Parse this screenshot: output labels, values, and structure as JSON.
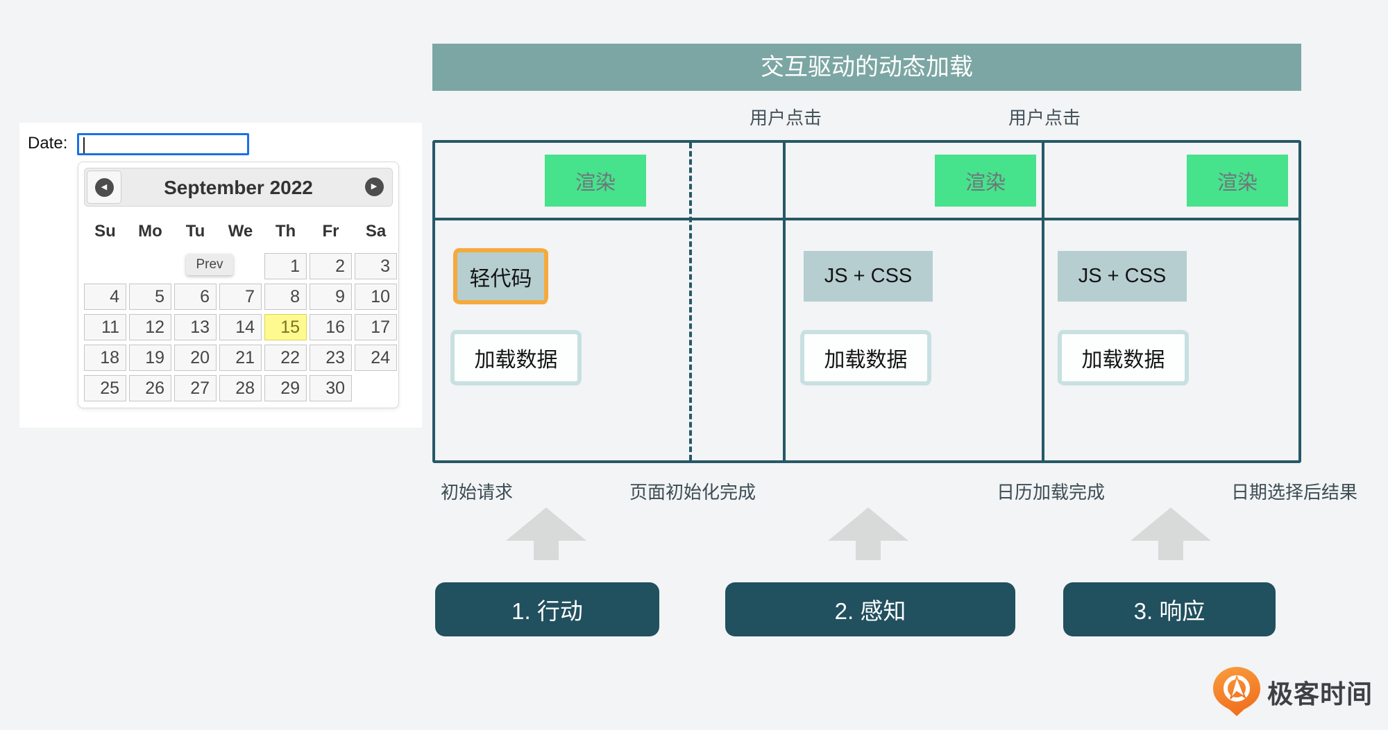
{
  "datepicker": {
    "label": "Date:",
    "input_value": "",
    "tooltip": "Prev",
    "month_title": "September 2022",
    "prev_icon": "◀",
    "next_icon": "▶",
    "day_headers": [
      "Su",
      "Mo",
      "Tu",
      "We",
      "Th",
      "Fr",
      "Sa"
    ],
    "weeks": [
      [
        "",
        "",
        "",
        "",
        "1",
        "2",
        "3"
      ],
      [
        "4",
        "5",
        "6",
        "7",
        "8",
        "9",
        "10"
      ],
      [
        "11",
        "12",
        "13",
        "14",
        "15",
        "16",
        "17"
      ],
      [
        "18",
        "19",
        "20",
        "21",
        "22",
        "23",
        "24"
      ],
      [
        "25",
        "26",
        "27",
        "28",
        "29",
        "30",
        ""
      ]
    ],
    "highlighted_day": "15"
  },
  "diagram": {
    "title": "交互驱动的动态加载",
    "user_click_labels": [
      "用户点击",
      "用户点击"
    ],
    "render_boxes": [
      "渲染",
      "渲染",
      "渲染"
    ],
    "light_code_label": "轻代码",
    "js_css_labels": [
      "JS + CSS",
      "JS + CSS"
    ],
    "load_data_labels": [
      "加载数据",
      "加载数据",
      "加载数据"
    ],
    "milestones": [
      "初始请求",
      "页面初始化完成",
      "日历加载完成",
      "日期选择后结果"
    ],
    "phases": [
      "1. 行动",
      "2. 感知",
      "3. 响应"
    ]
  },
  "logo": {
    "text": "极客时间"
  },
  "colors": {
    "page_bg": "#f2f4f5",
    "titlebar_teal": "#7ba6a3",
    "line_dark_teal": "#275867",
    "render_green": "#47e28c",
    "box_gray_teal": "#b6ced0",
    "light_teal_border": "#c8e0e1",
    "orange_border": "#f6a93c",
    "phase_button_teal": "#21505f",
    "arrow_gray": "#d8dada",
    "input_focus_blue": "#1b6fe8",
    "today_highlight": "#fffa90",
    "logo_orange": "#f1711f"
  }
}
